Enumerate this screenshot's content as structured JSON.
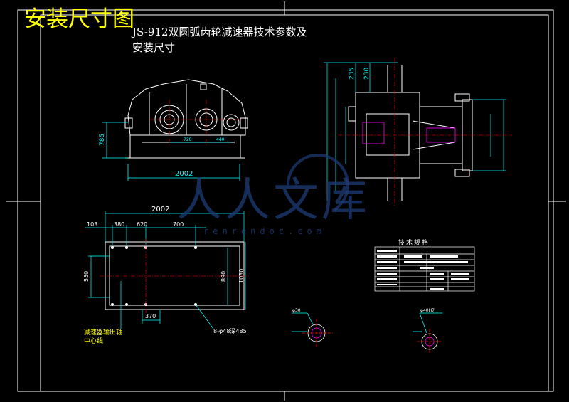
{
  "header": {
    "title": "安装尺寸图",
    "subtitle": "JS-912双圆弧齿轮减速器技术参数及安装尺寸"
  },
  "watermark": {
    "logo_text": "人人文库",
    "url_text": "renrendoc.com"
  },
  "front_view": {
    "height_dim": "785",
    "length_dim": "2002",
    "center_dims": [
      "720",
      "440"
    ]
  },
  "top_view": {
    "total_length": "2002",
    "hole_spacings": [
      "103",
      "380",
      "620",
      "700"
    ],
    "width_dims": [
      "550",
      "890",
      "1030"
    ],
    "offset_dim": "370",
    "hole_callout": "8-φ48深485",
    "center_note": "减速器输出轴中心线"
  },
  "side_view": {
    "dims": [
      "235",
      "230"
    ]
  },
  "tech_table": {
    "title": "技术规格"
  },
  "details": {
    "left_callout": "φ30",
    "right_callout": "φ40H7"
  },
  "colors": {
    "frame": "#ffffff",
    "part": "#ffffff",
    "dimension": "#00ffff",
    "centerline": "#ff0000",
    "accent": "#ff00ff",
    "title": "#ffff00",
    "watermark": "#1e3c78"
  }
}
